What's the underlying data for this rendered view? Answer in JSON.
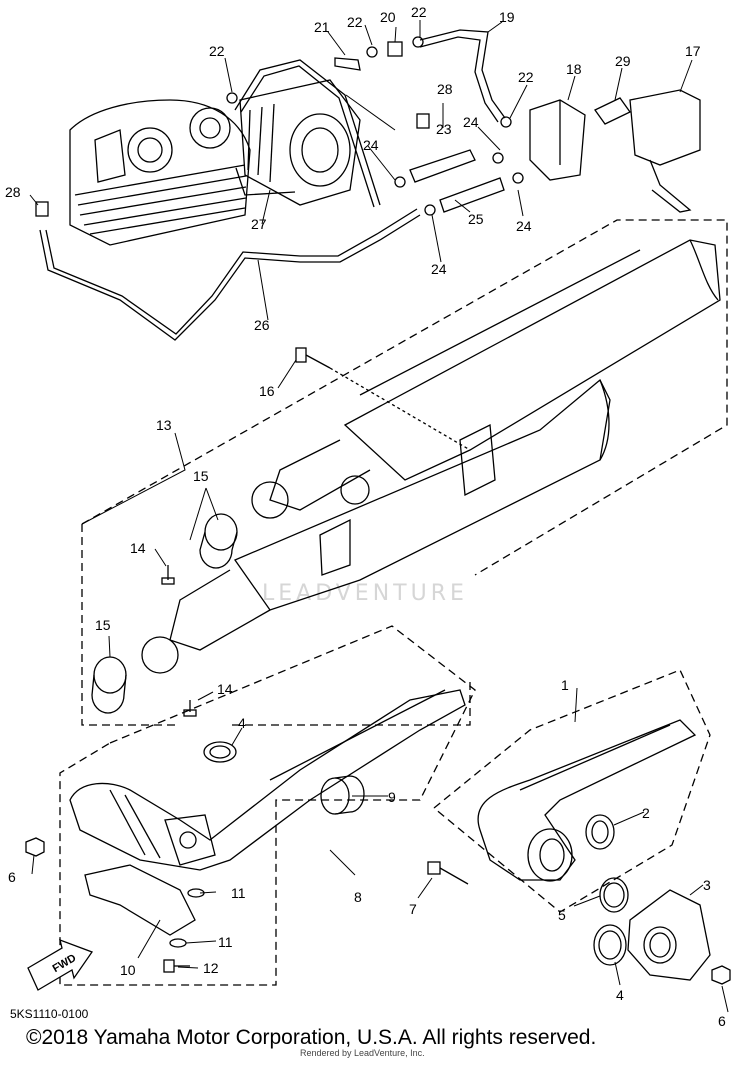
{
  "callouts": {
    "c1": "1",
    "c2": "2",
    "c3": "3",
    "c4a": "4",
    "c4b": "4",
    "c5": "5",
    "c6a": "6",
    "c6b": "6",
    "c7": "7",
    "c8": "8",
    "c9": "9",
    "c10": "10",
    "c11a": "11",
    "c11b": "11",
    "c12": "12",
    "c13": "13",
    "c14a": "14",
    "c14b": "14",
    "c15a": "15",
    "c15b": "15",
    "c16": "16",
    "c17": "17",
    "c18": "18",
    "c19": "19",
    "c20": "20",
    "c21": "21",
    "c22a": "22",
    "c22b": "22",
    "c22c": "22",
    "c22d": "22",
    "c23": "23",
    "c24a": "24",
    "c24b": "24",
    "c24c": "24",
    "c24d": "24",
    "c25": "25",
    "c26": "26",
    "c27": "27",
    "c28a": "28",
    "c28b": "28",
    "c29": "29"
  },
  "fwd_label": "FWD",
  "watermark": "LEADVENTURE",
  "diagram_code": "5KS1110-0100",
  "copyright": "©2018 Yamaha Motor Corporation, U.S.A. All rights reserved.",
  "rendered_by": "Rendered by LeadVenture, Inc."
}
